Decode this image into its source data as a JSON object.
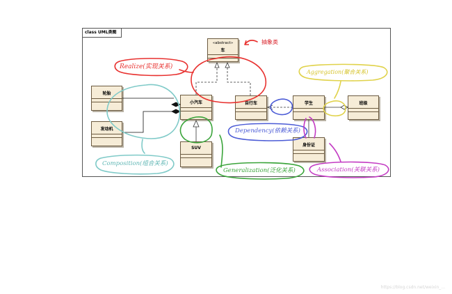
{
  "diagram": {
    "frame_title": "class UML类图",
    "classes": {
      "wheel": "轮胎",
      "engine": "发动机",
      "abstract_car_stereotype": "«abstract»",
      "abstract_car": "车",
      "small_car": "小汽车",
      "bicycle": "自行车",
      "student": "学生",
      "class_room": "班级",
      "suv": "SUV",
      "id_card": "身份证"
    },
    "annotations": {
      "abstract_note": "抽象类",
      "realize": "Realize(实现关系)",
      "aggregation": "Aggregation(聚合关系)",
      "dependency": "Dependency(依赖关系)",
      "composition": "Composition(组合关系)",
      "generalization": "Generalization(泛化关系)",
      "association": "Association(关联关系)"
    },
    "colors": {
      "realize": "#e8312f",
      "composition": "#7fcac8",
      "generalization": "#3aa43a",
      "dependency": "#4b5bd6",
      "aggregation": "#e0d24a",
      "association": "#c33bc3",
      "class_fill": "#f6ecd7"
    }
  },
  "watermark": "https://blog.csdn.net/weixin_..."
}
